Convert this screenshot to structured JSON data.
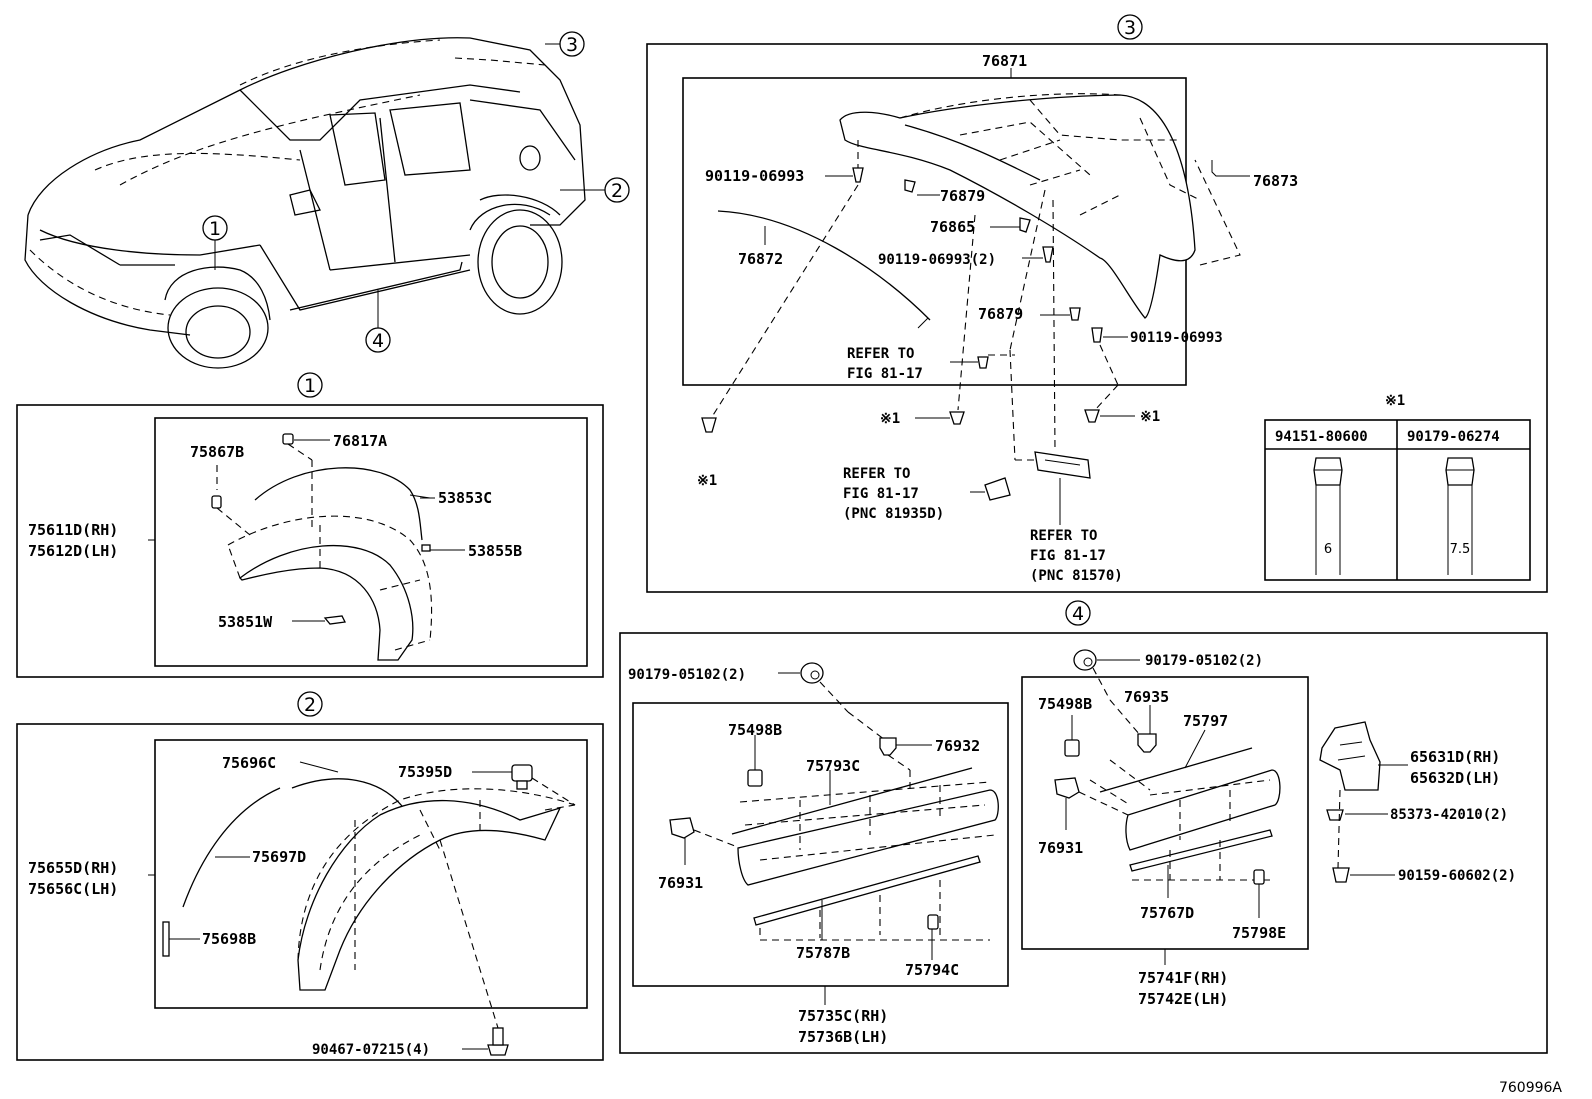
{
  "footer": {
    "code": "760996A"
  },
  "markers": {
    "m1": "1",
    "m2": "2",
    "m3": "3",
    "m4": "4"
  },
  "section1": {
    "assy": [
      "75611D(RH)",
      "75612D(LH)"
    ],
    "parts": [
      "75867B",
      "76817A",
      "53853C",
      "53855B",
      "53851W"
    ]
  },
  "section2": {
    "assy": [
      "75655D(RH)",
      "75656C(LH)"
    ],
    "parts": [
      "75696C",
      "75395D",
      "75697D",
      "75698B",
      "90467-07215(4)"
    ]
  },
  "section3": {
    "assy": "76871",
    "parts": [
      "90119-06993",
      "76879",
      "76873",
      "76865",
      "76872",
      "90119-06993(2)",
      "76879",
      "90119-06993"
    ],
    "refer1": [
      "REFER TO",
      "FIG 81-17"
    ],
    "refer2": [
      "REFER TO",
      "FIG 81-17",
      "(PNC 81935D)"
    ],
    "refer3": [
      "REFER TO",
      "FIG 81-17",
      "(PNC 81570)"
    ],
    "note_mark": "※1",
    "note_title": "※1",
    "note_table": {
      "headers": [
        "94151-80600",
        "90179-06274"
      ],
      "values": [
        "6",
        "7.5"
      ]
    }
  },
  "section4": {
    "parts_top": [
      "90179-05102(2)",
      "90179-05102(2)"
    ],
    "left": [
      "75498B",
      "76932",
      "75793C",
      "76931",
      "75787B",
      "75794C"
    ],
    "left_assy": [
      "75735C(RH)",
      "75736B(LH)"
    ],
    "mid": [
      "75498B",
      "76935",
      "75797",
      "76931",
      "75767D",
      "75798E"
    ],
    "mid_assy": [
      "75741F(RH)",
      "75742E(LH)"
    ],
    "right": [
      "65631D(RH)",
      "65632D(LH)",
      "85373-42010(2)",
      "90159-60602(2)"
    ]
  }
}
